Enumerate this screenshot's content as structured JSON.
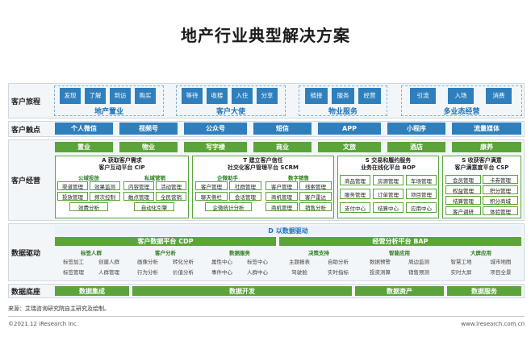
{
  "title": "地产行业典型解决方案",
  "rows": {
    "journey": "客户旅程",
    "touch": "客户触点",
    "ops": "客户经营",
    "data": "数据驱动",
    "base": "数据底座"
  },
  "journey": {
    "groups": [
      {
        "stage": "地产置业",
        "steps": [
          "发现",
          "了解",
          "到访",
          "购买"
        ]
      },
      {
        "stage": "客户大使",
        "steps": [
          "等待",
          "收楼",
          "入住",
          "分享"
        ]
      },
      {
        "stage": "物业服务",
        "steps": [
          "链接",
          "服务",
          "经营"
        ]
      },
      {
        "stage": "多业态经营",
        "steps": [
          "引流",
          "入场",
          "消费"
        ]
      }
    ]
  },
  "touchpoints": [
    "个人微信",
    "视频号",
    "公众号",
    "短信",
    "APP",
    "小程序",
    "流量媒体"
  ],
  "ops": {
    "formats": [
      "置业",
      "物业",
      "写字楼",
      "商业",
      "文旅",
      "酒店",
      "康养"
    ],
    "A": {
      "title": "A 获取客户需求",
      "sub": "客户互动平台 CIP",
      "g1": {
        "name": "公域投放",
        "items": [
          "渠道管理",
          "效果监测",
          "投放管理",
          "频次控制",
          "效费分析"
        ]
      },
      "g2": {
        "name": "私域营销",
        "items": [
          "内容管理",
          "活动管理",
          "触点管理",
          "全民营销",
          "自动化引擎"
        ]
      }
    },
    "T": {
      "title": "T 建立客户信任",
      "sub": "社交化客户管理平台 SCRM",
      "g1": {
        "name": "企微助手",
        "items": [
          "客户管理",
          "社群管理",
          "聊天侧栏",
          "会话管理",
          "企微统计分析"
        ]
      },
      "g2": {
        "name": "数字销售",
        "items": [
          "客户管理",
          "线索管理",
          "商机管理",
          "客户雷达",
          "商机管理",
          "销售分析"
        ]
      }
    },
    "S1": {
      "title": "S 交易和履约服务",
      "sub": "业务在线化平台 BOP",
      "items": [
        "商品管理",
        "房源管理",
        "车场管理",
        "服务管理",
        "订单管理",
        "项目管理",
        "支付中心",
        "结算中心",
        "应用中心"
      ]
    },
    "S2": {
      "title": "S 收获客户满意",
      "sub": "客户满意度平台 CSP",
      "items": [
        "会员管理",
        "卡券管理",
        "权益管理",
        "积分管理",
        "结算管理",
        "积分商城",
        "客户调研",
        "体验管理"
      ]
    }
  },
  "datadrive": {
    "banner": "D 以数据驱动",
    "cdp": {
      "name": "客户数据平台 CDP",
      "groups": [
        {
          "name": "标签人群",
          "items": [
            "标签加工",
            "创建人群",
            "标签管理",
            "人群管理"
          ]
        },
        {
          "name": "客户分析",
          "items": [
            "画像分析",
            "转化分析",
            "行为分析",
            "价值分析"
          ]
        },
        {
          "name": "数据服务",
          "items": [
            "属性中心",
            "标签中心",
            "事件中心",
            "人群中心"
          ]
        }
      ]
    },
    "bap": {
      "name": "经营分析平台 BAP",
      "groups": [
        {
          "name": "决策支持",
          "items": [
            "主题报表",
            "自助分析",
            "驾驶舱",
            "实时指标"
          ]
        },
        {
          "name": "智能应用",
          "items": [
            "数据预警",
            "周边监测",
            "投资测算",
            "销售预测"
          ]
        },
        {
          "name": "大屏应用",
          "items": [
            "智慧工地",
            "城市地图",
            "实时大屏",
            "项目全景"
          ]
        }
      ]
    }
  },
  "base": [
    "数据集成",
    "数据开发",
    "数据资产",
    "数据服务"
  ],
  "source": "来源：艾瑞咨询研究院自主研究及绘制。",
  "footer_left": "©2021.12 iResearch Inc.",
  "footer_right": "www.iresearch.com.cn"
}
